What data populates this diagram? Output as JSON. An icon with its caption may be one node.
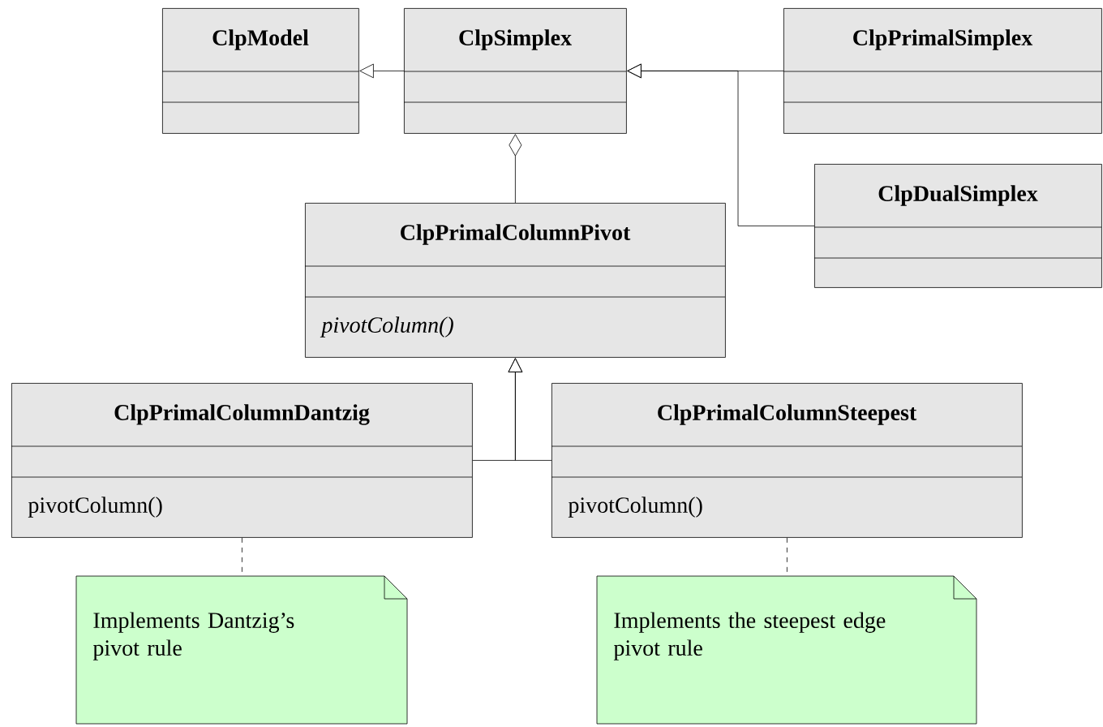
{
  "diagram": {
    "nodes": [
      {
        "text": [
          "ClpModel"
        ]
      },
      {
        "text": [
          "ClpSimplex"
        ]
      },
      {
        "text": [
          "ClpPrimalSimplex"
        ]
      },
      {
        "text": [
          "ClpDualSimplex"
        ]
      },
      {
        "text": [
          "ClpPrimalColumnPivot",
          "pivotColumn()"
        ]
      },
      {
        "text": [
          "ClpPrimalColumnDantzig",
          "pivotColumn()"
        ]
      },
      {
        "text": [
          "ClpPrimalColumnSteepest",
          "pivotColumn()"
        ]
      },
      {
        "text": [
          "Implements Dantzig’s pivot rule"
        ]
      },
      {
        "text": [
          "Implements the steepest edge pivot rule"
        ]
      }
    ],
    "edges": [
      {
        "from": 1,
        "to": 0,
        "arrow": "to"
      },
      {
        "from": 2,
        "to": 1,
        "arrow": "to"
      },
      {
        "from": 3,
        "to": 1,
        "arrow": "to"
      },
      {
        "from": 4,
        "to": 1,
        "arrow": "other"
      },
      {
        "from": 5,
        "to": 4,
        "arrow": "to"
      },
      {
        "from": 6,
        "to": 4,
        "arrow": "to"
      },
      {
        "from": 5,
        "to": 7,
        "arrow": "none",
        "style": "dashed"
      },
      {
        "from": 6,
        "to": 8,
        "arrow": "none",
        "style": "dashed"
      }
    ]
  }
}
